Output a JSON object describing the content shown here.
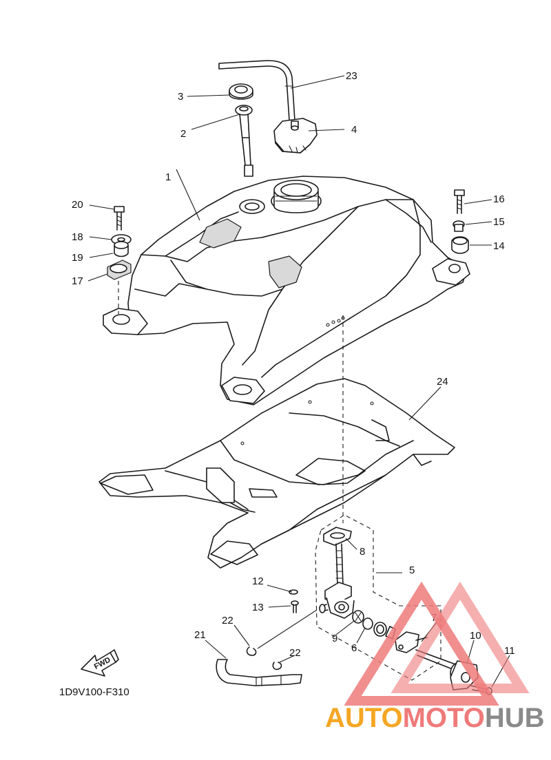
{
  "diagram": {
    "drawing_code": "1D9V100-F310",
    "fwd_label": "FWD",
    "callouts": {
      "c1": "1",
      "c2": "2",
      "c3": "3",
      "c4": "4",
      "c5": "5",
      "c6": "6",
      "c7": "7",
      "c8": "8",
      "c9": "9",
      "c10": "10",
      "c11": "11",
      "c12": "12",
      "c13": "13",
      "c14": "14",
      "c15": "15",
      "c16": "16",
      "c17": "17",
      "c18": "18",
      "c19": "19",
      "c20": "20",
      "c21": "21",
      "c22a": "22",
      "c22b": "22",
      "c23": "23",
      "c24": "24"
    }
  },
  "watermark": {
    "part1": "AUTO",
    "part2": "MOTO",
    "part3": "HUB",
    "colors": {
      "auto": "#f5a623",
      "moto": "#ef7a7a",
      "hub": "#8a8a8a"
    }
  }
}
